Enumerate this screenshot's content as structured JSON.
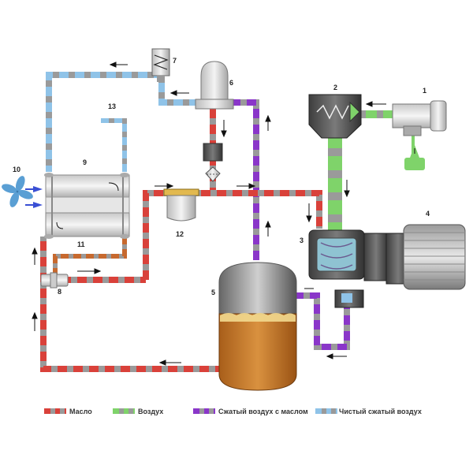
{
  "legend": {
    "oil": "Масло",
    "air": "Воздух",
    "compressed_oily": "Сжатый воздух с маслом",
    "clean_compressed": "Чистый сжатый воздух"
  },
  "components": {
    "n1": "1",
    "n2": "2",
    "n3": "3",
    "n4": "4",
    "n5": "5",
    "n6": "6",
    "n7": "7",
    "n8": "8",
    "n9": "9",
    "n10": "10",
    "n11": "11",
    "n12": "12",
    "n13": "13"
  },
  "colors": {
    "oil": "#d9413a",
    "air": "#7fd36a",
    "compressed_oily": "#8a36c9",
    "clean_compressed": "#8fc3e8",
    "pipe_gray": "#9a9a9a",
    "oil_fill": "#c97a2a",
    "fan": "#5a9fd4"
  }
}
